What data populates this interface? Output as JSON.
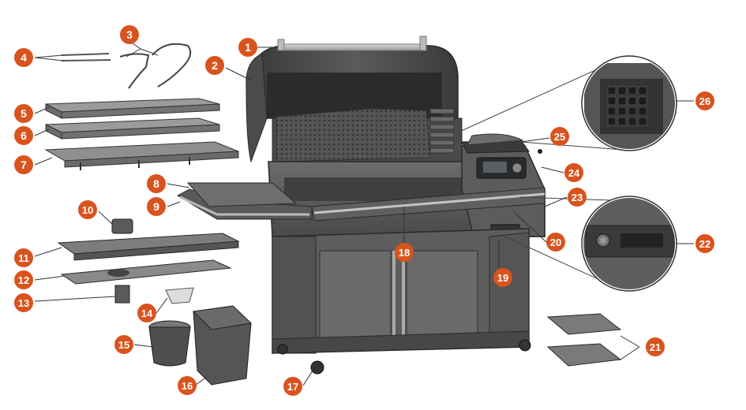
{
  "diagram": {
    "accent_color": "#d9531e",
    "leader_color": "#333333",
    "callouts": [
      "1",
      "2",
      "3",
      "4",
      "5",
      "6",
      "7",
      "8",
      "9",
      "10",
      "11",
      "12",
      "13",
      "14",
      "15",
      "16",
      "17",
      "18",
      "19",
      "20",
      "21",
      "22",
      "23",
      "24",
      "25",
      "26"
    ]
  }
}
